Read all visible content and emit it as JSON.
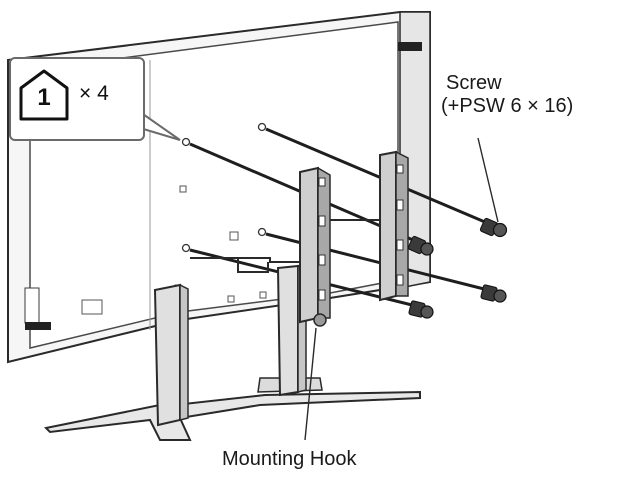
{
  "labels": {
    "screw_title": "Screw",
    "screw_spec": "(+PSW 6 × 16)",
    "mounting_hook": "Mounting Hook"
  },
  "callout": {
    "step_number": "1",
    "multiplier": "× 4",
    "icon": "house-step-icon"
  },
  "colors": {
    "line": "#2a2a2a",
    "panel_fill": "#f4f4f4",
    "stand_fill": "#d8d8d8",
    "hook_fill": "#bdbdbd",
    "screw_fill": "#3a3a3a"
  }
}
